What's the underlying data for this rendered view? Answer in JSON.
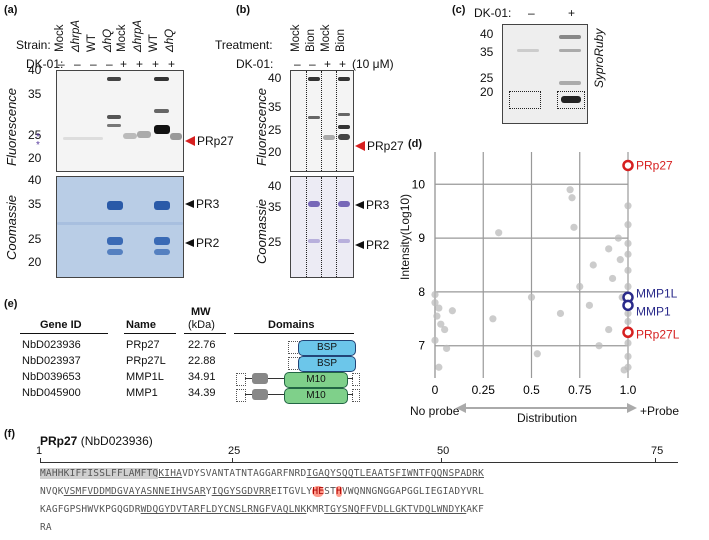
{
  "panels": {
    "a": {
      "label": "(a)",
      "strain_label": "Strain:",
      "strains": [
        "Mock",
        "ΔhrpA",
        "WT",
        "ΔhQ",
        "Mock",
        "ΔhrpA",
        "WT",
        "ΔhQ"
      ],
      "dk_label": "DK-01:",
      "dk": [
        "–",
        "–",
        "–",
        "–",
        "+",
        "+",
        "+",
        "+"
      ],
      "fluor_label": "Fluorescence",
      "coom_label": "Coomassie",
      "fluor_ticks": [
        "40",
        "35",
        "25",
        "20"
      ],
      "coom_ticks": [
        "40",
        "35",
        "25",
        "20"
      ],
      "asterisks": "*\n*",
      "arrow_prp27": "PRp27",
      "arrow_pr3": "PR3",
      "arrow_pr2": "PR2"
    },
    "b": {
      "label": "(b)",
      "treat_label": "Treatment:",
      "treats": [
        "Mock",
        "Bion",
        "Mock",
        "Bion"
      ],
      "dk_label": "DK-01:",
      "dk": [
        "–",
        "–",
        "+",
        "+"
      ],
      "conc": "(10 μM)",
      "fluor_label": "Fluorescence",
      "coom_label": "Coomassie",
      "fluor_ticks": [
        "40",
        "35",
        "25",
        "20"
      ],
      "coom_ticks": [
        "40",
        "35",
        "25"
      ],
      "arrow_prp27": "PRp27",
      "arrow_pr3": "PR3",
      "arrow_pr2": "PR2"
    },
    "c": {
      "label": "(c)",
      "dk_label": "DK-01:",
      "dk": [
        "–",
        "+"
      ],
      "ticks": [
        "40",
        "35",
        "25",
        "20"
      ],
      "stain": "SyproRuby"
    },
    "d": {
      "label": "(d)"
    },
    "e": {
      "label": "(e)",
      "headers": {
        "gene": "Gene ID",
        "name": "Name",
        "mw": "MW",
        "mw_unit": "(kDa)",
        "domains": "Domains"
      },
      "rows": [
        {
          "gene": "NbD023936",
          "name": "PRp27",
          "mw": "22.76",
          "domain": "BSP"
        },
        {
          "gene": "NbD023937",
          "name": "PRp27L",
          "mw": "22.88",
          "domain": "BSP"
        },
        {
          "gene": "NbD039653",
          "name": "MMP1L",
          "mw": "34.91",
          "domain": "M10"
        },
        {
          "gene": "NbD045900",
          "name": "MMP1",
          "mw": "34.39",
          "domain": "M10"
        }
      ]
    },
    "f": {
      "label": "(f)",
      "title_bold": "PRp27",
      "title_rest": " (NbD023936)",
      "ruler": [
        "1",
        "25",
        "50",
        "75"
      ],
      "seq": [
        "MAHHKIFFISSLFFLAMFTQKIHAVDYSVANTATNTAGGARFNRDIGAQYSQQTLEAATSFIWNTFQQNSPADRK",
        "NVQKVSMFVDDMDGVAYASNNEIHVSARYIQGYSGDVRREITGVLYHESTHVWQNNGNGGAPGGLIEGIADYVRL",
        "KAGFGPSHWVKPGQGDRWDQGYDVTARFLDYCNSLRNGFVAQLNKKMRTGYSNQFFVDLLGKTVDQLWNDYKAKF",
        "RA"
      ]
    }
  },
  "chart_data": {
    "type": "scatter",
    "title": "",
    "xlabel": "Distribution",
    "ylabel": "Intensity(Log10)",
    "xlim": [
      0,
      1
    ],
    "ylim": [
      6.4,
      10.6
    ],
    "xticks": [
      "0",
      "0.25",
      "0.5",
      "0.75",
      "1.0"
    ],
    "yticks": [
      "7",
      "8",
      "9",
      "10"
    ],
    "axis_left_label": "No probe",
    "axis_right_label": "+Probe",
    "grid": true,
    "points": [
      {
        "x": 0.0,
        "y": 7.95
      },
      {
        "x": 0.0,
        "y": 7.8
      },
      {
        "x": 0.02,
        "y": 7.7
      },
      {
        "x": 0.01,
        "y": 7.55
      },
      {
        "x": 0.03,
        "y": 7.4
      },
      {
        "x": 0.0,
        "y": 7.1
      },
      {
        "x": 0.05,
        "y": 7.3
      },
      {
        "x": 0.06,
        "y": 6.95
      },
      {
        "x": 0.09,
        "y": 7.65
      },
      {
        "x": 0.02,
        "y": 6.6
      },
      {
        "x": 0.33,
        "y": 9.1
      },
      {
        "x": 0.3,
        "y": 7.5
      },
      {
        "x": 0.5,
        "y": 7.9
      },
      {
        "x": 0.53,
        "y": 6.85
      },
      {
        "x": 0.65,
        "y": 7.6
      },
      {
        "x": 0.7,
        "y": 9.9
      },
      {
        "x": 0.71,
        "y": 9.75
      },
      {
        "x": 0.72,
        "y": 9.2
      },
      {
        "x": 0.75,
        "y": 8.1
      },
      {
        "x": 0.8,
        "y": 7.75
      },
      {
        "x": 0.82,
        "y": 8.5
      },
      {
        "x": 0.85,
        "y": 7.0
      },
      {
        "x": 0.9,
        "y": 8.8
      },
      {
        "x": 0.9,
        "y": 7.3
      },
      {
        "x": 0.92,
        "y": 8.25
      },
      {
        "x": 0.95,
        "y": 9.0
      },
      {
        "x": 0.96,
        "y": 8.6
      },
      {
        "x": 0.97,
        "y": 7.9
      },
      {
        "x": 1.0,
        "y": 9.6
      },
      {
        "x": 1.0,
        "y": 9.25
      },
      {
        "x": 1.0,
        "y": 8.9
      },
      {
        "x": 1.0,
        "y": 8.7
      },
      {
        "x": 1.0,
        "y": 8.4
      },
      {
        "x": 1.0,
        "y": 8.1
      },
      {
        "x": 1.0,
        "y": 7.6
      },
      {
        "x": 1.0,
        "y": 7.45
      },
      {
        "x": 1.0,
        "y": 7.05
      },
      {
        "x": 1.0,
        "y": 6.8
      },
      {
        "x": 1.0,
        "y": 6.6
      },
      {
        "x": 0.98,
        "y": 6.55
      }
    ],
    "highlights": [
      {
        "name": "PRp27",
        "x": 1.0,
        "y": 10.35,
        "color": "#d62020"
      },
      {
        "name": "MMP1L",
        "x": 1.0,
        "y": 7.9,
        "color": "#2a2a8a"
      },
      {
        "name": "MMP1",
        "x": 1.0,
        "y": 7.75,
        "color": "#2a2a8a"
      },
      {
        "name": "PRp27L",
        "x": 1.0,
        "y": 7.25,
        "color": "#d62020"
      }
    ]
  }
}
